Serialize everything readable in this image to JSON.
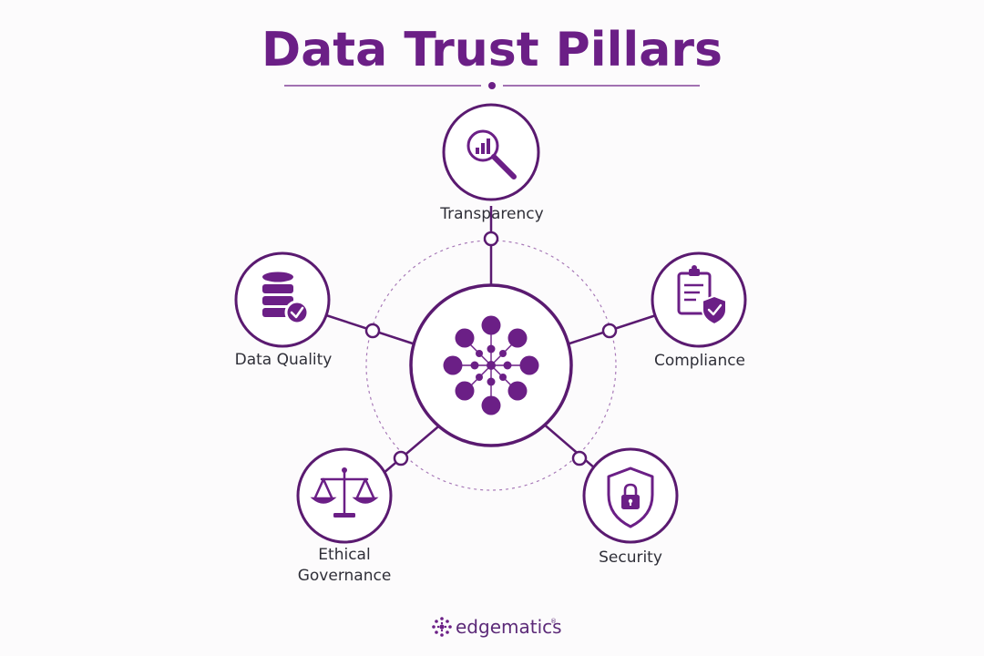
{
  "title": "Data Trust Pillars",
  "colors": {
    "primary": "#6b1f86",
    "line": "#5a1a70",
    "text": "#2f2f38",
    "background": "#fcfbfc"
  },
  "center": {
    "icon": "network-hub-icon"
  },
  "pillars": [
    {
      "id": "transparency",
      "label_lines": [
        "Transparency"
      ],
      "icon": "magnifier-chart-icon"
    },
    {
      "id": "data-quality",
      "label_lines": [
        "Data Quality"
      ],
      "icon": "database-check-icon"
    },
    {
      "id": "compliance",
      "label_lines": [
        "Compliance"
      ],
      "icon": "clipboard-shield-icon"
    },
    {
      "id": "ethical-governance",
      "label_lines": [
        "Ethical",
        "Governance"
      ],
      "icon": "scales-icon"
    },
    {
      "id": "security",
      "label_lines": [
        "Security"
      ],
      "icon": "shield-lock-icon"
    }
  ],
  "logo": {
    "text": "edgematics",
    "mark": "®"
  }
}
